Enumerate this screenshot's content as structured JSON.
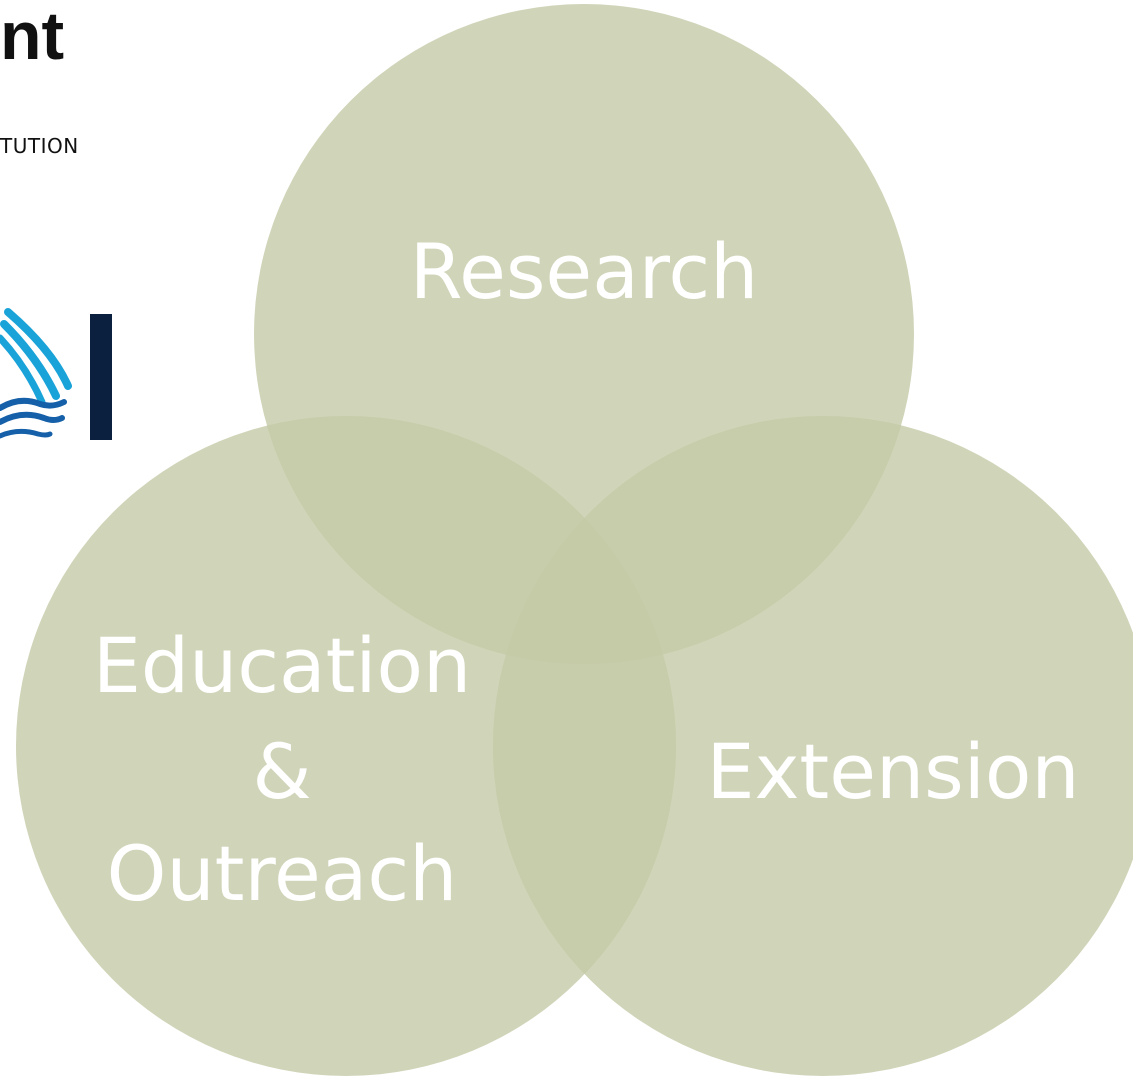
{
  "header": {
    "title_fragment": "nt",
    "subtitle_fragment": "TUTION"
  },
  "logo": {
    "icon": "wave-arcs-logo-icon",
    "colors": {
      "arcs": "#1aa3d9",
      "waves": "#1560a8",
      "bar": "#0b1f3f"
    }
  },
  "diagram": {
    "colors": {
      "circle": "#c4c9a6",
      "circle_opacity": 0.8
    },
    "circles": [
      {
        "id": "research",
        "label_lines": [
          "Research"
        ]
      },
      {
        "id": "education",
        "label_lines": [
          "Education",
          "&",
          "Outreach"
        ]
      },
      {
        "id": "extension",
        "label_lines": [
          "Extension"
        ]
      }
    ]
  }
}
